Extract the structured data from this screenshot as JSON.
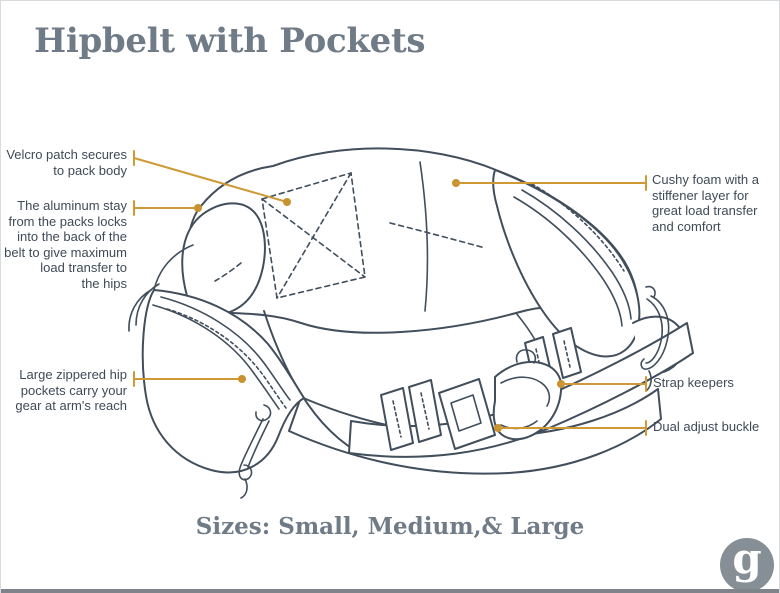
{
  "title": "Hipbelt with Pockets",
  "sizes_caption": "Sizes: Small, Medium,& Large",
  "labels": {
    "velcro": "Velcro patch secures\nto pack body",
    "aluminum_stay": "The aluminum stay\nfrom the packs locks\ninto the back of the\nbelt to give maximum\nload transfer to\nthe hips",
    "hip_pockets": "Large zippered hip\npockets carry your\ngear at arm's reach",
    "cushy_foam": "Cushy foam with a\nstiffener layer for\ngreat load transfer\nand comfort",
    "strap_keepers": "Strap keepers",
    "dual_adjust_buckle": "Dual adjust buckle"
  },
  "logo": {
    "letter": "g"
  },
  "colors": {
    "accent": "#cf9935",
    "dot": "#c8922e",
    "ink": "#414e5b",
    "heading": "#6f7b87",
    "label": "#3f4a57",
    "logo_gray": "#878f96",
    "footer_bar": "#7e848a"
  }
}
